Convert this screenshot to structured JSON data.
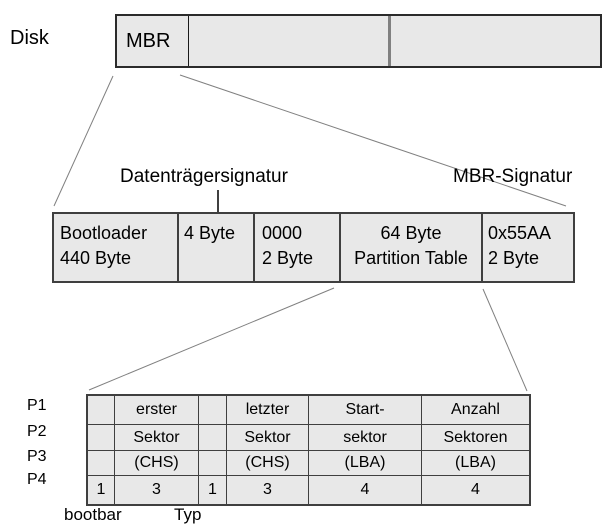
{
  "colors": {
    "cell_fill": "#e8e8e8",
    "border_dark": "#3f3f3f",
    "line_gray": "#808080",
    "text": "#000000",
    "bg": "#ffffff"
  },
  "disk": {
    "label": "Disk",
    "mbr_segment_label": "MBR"
  },
  "labels": {
    "disk_signature": "Datenträgersignatur",
    "mbr_signature": "MBR-Signatur",
    "bootable": "bootbar",
    "type": "Typ"
  },
  "mbr": {
    "cells": [
      {
        "line1": "Bootloader",
        "line2": "440 Byte"
      },
      {
        "line1": "4 Byte",
        "line2": ""
      },
      {
        "line1": "0000",
        "line2": "2 Byte"
      },
      {
        "line1": "64 Byte",
        "line2": "Partition Table"
      },
      {
        "line1": "0x55AA",
        "line2": "2 Byte"
      }
    ]
  },
  "partition_table": {
    "row_labels": [
      "P1",
      "P2",
      "P3",
      "P4"
    ],
    "rows": [
      [
        "",
        "erster",
        "",
        "letzter",
        "Start-",
        "Anzahl"
      ],
      [
        "",
        "Sektor",
        "",
        "Sektor",
        "sektor",
        "Sektoren"
      ],
      [
        "",
        "(CHS)",
        "",
        "(CHS)",
        "(LBA)",
        "(LBA)"
      ],
      [
        "1",
        "3",
        "1",
        "3",
        "4",
        "4"
      ]
    ]
  }
}
